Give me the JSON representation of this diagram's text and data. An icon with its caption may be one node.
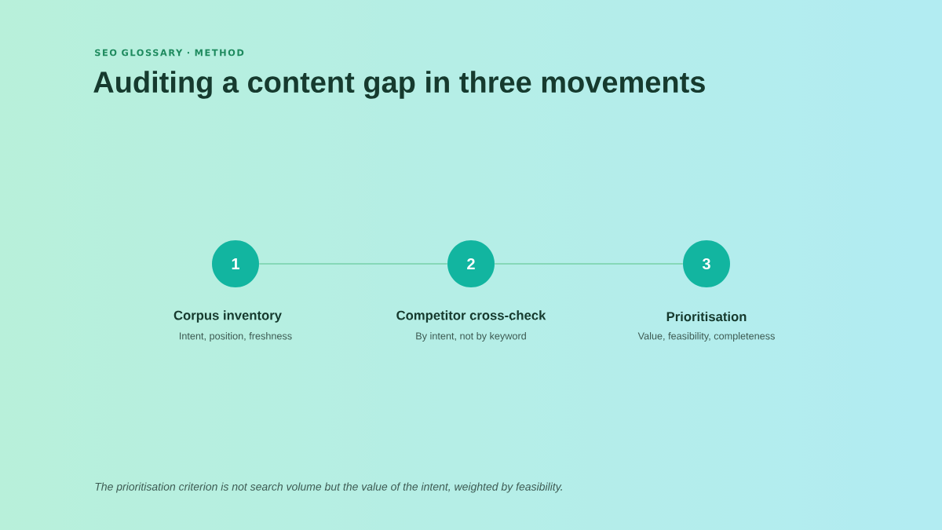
{
  "diagram": {
    "title": "Auditing a content gap in three movements",
    "caption": "The prioritisation criterion is not search volume but the value of the intent, weighted by feasibility.",
    "nodes": [
      {
        "text": [
          "1",
          "Corpus inventory",
          "Intent, position, freshness"
        ]
      },
      {
        "text": [
          "2",
          "Competitor cross-check",
          "By intent, not by keyword"
        ]
      },
      {
        "text": [
          "3",
          "Prioritisation",
          "Value, feasibility, completeness"
        ]
      }
    ],
    "edges": [
      {
        "from": 0,
        "to": 1,
        "arrow": "none"
      },
      {
        "from": 1,
        "to": 2,
        "arrow": "none"
      }
    ],
    "labels": [
      "SEO GLOSSARY · METHOD"
    ]
  }
}
